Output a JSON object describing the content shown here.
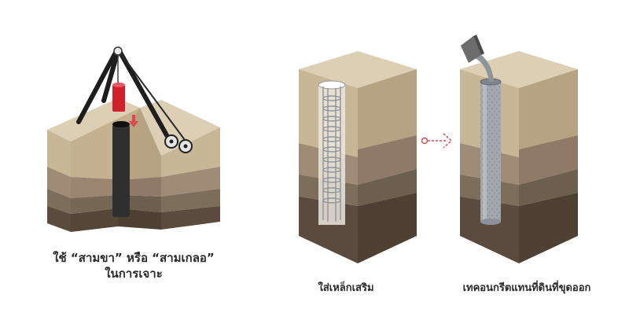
{
  "steps": [
    {
      "caption_line1": "ใช้ “สามขา” หรือ “สามเกลอ”",
      "caption_line2": "ในการเจาะ"
    },
    {
      "caption": "ใส่เหล็กเสริม"
    },
    {
      "caption": "เทคอนกรีตแทนที่ดินที่ขุดออก"
    }
  ],
  "colors": {
    "layer_top": "#c8b796",
    "layer_2": "#a08b76",
    "layer_3": "#7d6e5c",
    "layer_4": "#5b4b3e",
    "block_top": "#dccfb3",
    "casing": "#3a3a3a",
    "hammer": "#d0212a",
    "arrow": "#e0474c",
    "concrete": "#9aa0a6",
    "rebar": "#c9ced3"
  },
  "icons": {
    "tripod": "tripod-rig-icon",
    "hammer": "drop-hammer-icon",
    "arrow": "next-step-arrow-icon",
    "bucket": "concrete-bucket-icon"
  }
}
